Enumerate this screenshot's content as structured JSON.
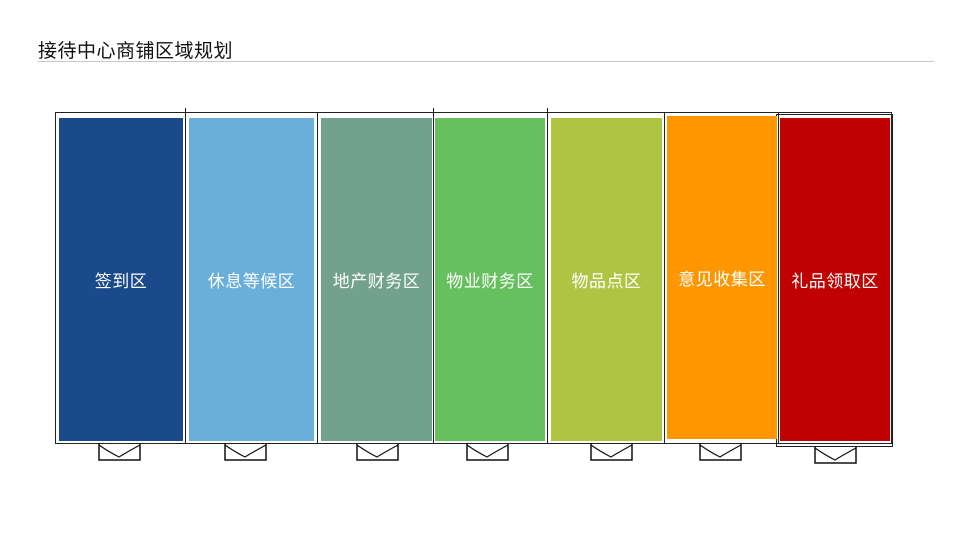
{
  "title": "接待中心商铺区域规划",
  "zones": [
    {
      "label": "签到区",
      "color": "#1b4a8c"
    },
    {
      "label": "休息等候区",
      "color": "#6aafdb"
    },
    {
      "label": "地产财务区",
      "color": "#72a28e"
    },
    {
      "label": "物业财务区",
      "color": "#66c05e"
    },
    {
      "label": "物品点区",
      "color": "#b0c443"
    },
    {
      "label": "意见收集区",
      "color": "#fe9600"
    },
    {
      "label": "礼品领取区",
      "color": "#bf0101"
    }
  ],
  "icons": {
    "door": "door-swing-icon"
  }
}
